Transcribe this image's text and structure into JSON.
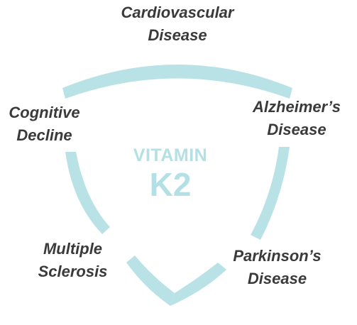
{
  "center": {
    "line1": "VITAMIN",
    "line2": "K2"
  },
  "labels": {
    "cardiovascular": [
      "Cardiovascular",
      "Disease"
    ],
    "alzheimers": [
      "Alzheimer’s",
      "Disease"
    ],
    "cognitive": [
      "Cognitive",
      "Decline"
    ],
    "multiple_sclerosis": [
      "Multiple",
      "Sclerosis"
    ],
    "parkinsons": [
      "Parkinson’s",
      "Disease"
    ]
  },
  "colors": {
    "shield": "#b8e2e6",
    "center_text": "#b3e0e5",
    "label_text": "#3a3a3a"
  }
}
